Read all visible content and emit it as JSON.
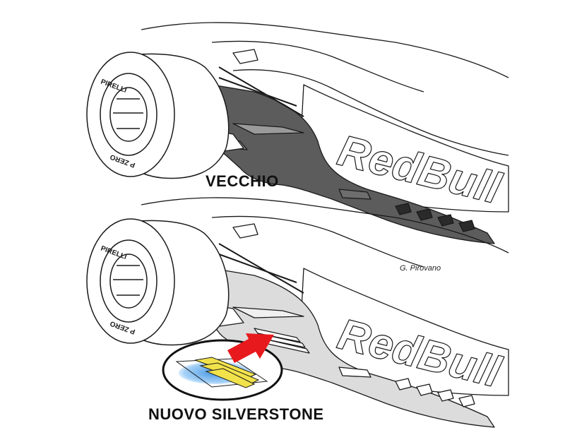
{
  "labels": {
    "old_version": "VECCHIO",
    "new_version": "NUOVO SILVERSTONE",
    "credit": "G. Pirovano"
  },
  "car": {
    "tyre_brand": "PIRELLI",
    "tyre_sidewall_mark": "P ZERO",
    "sponsor": "RedBull"
  },
  "colors": {
    "old_floor": "#5c5c5c",
    "new_floor": "#dcdcdc",
    "highlight_yellow": "#f2e24a",
    "highlight_blue": "#3a8fe0",
    "arrow_red": "#e8191c",
    "outline": "#1a1a1a"
  },
  "icons": {
    "arrow": "arrow-right-icon",
    "callout": "ellipse-callout"
  }
}
